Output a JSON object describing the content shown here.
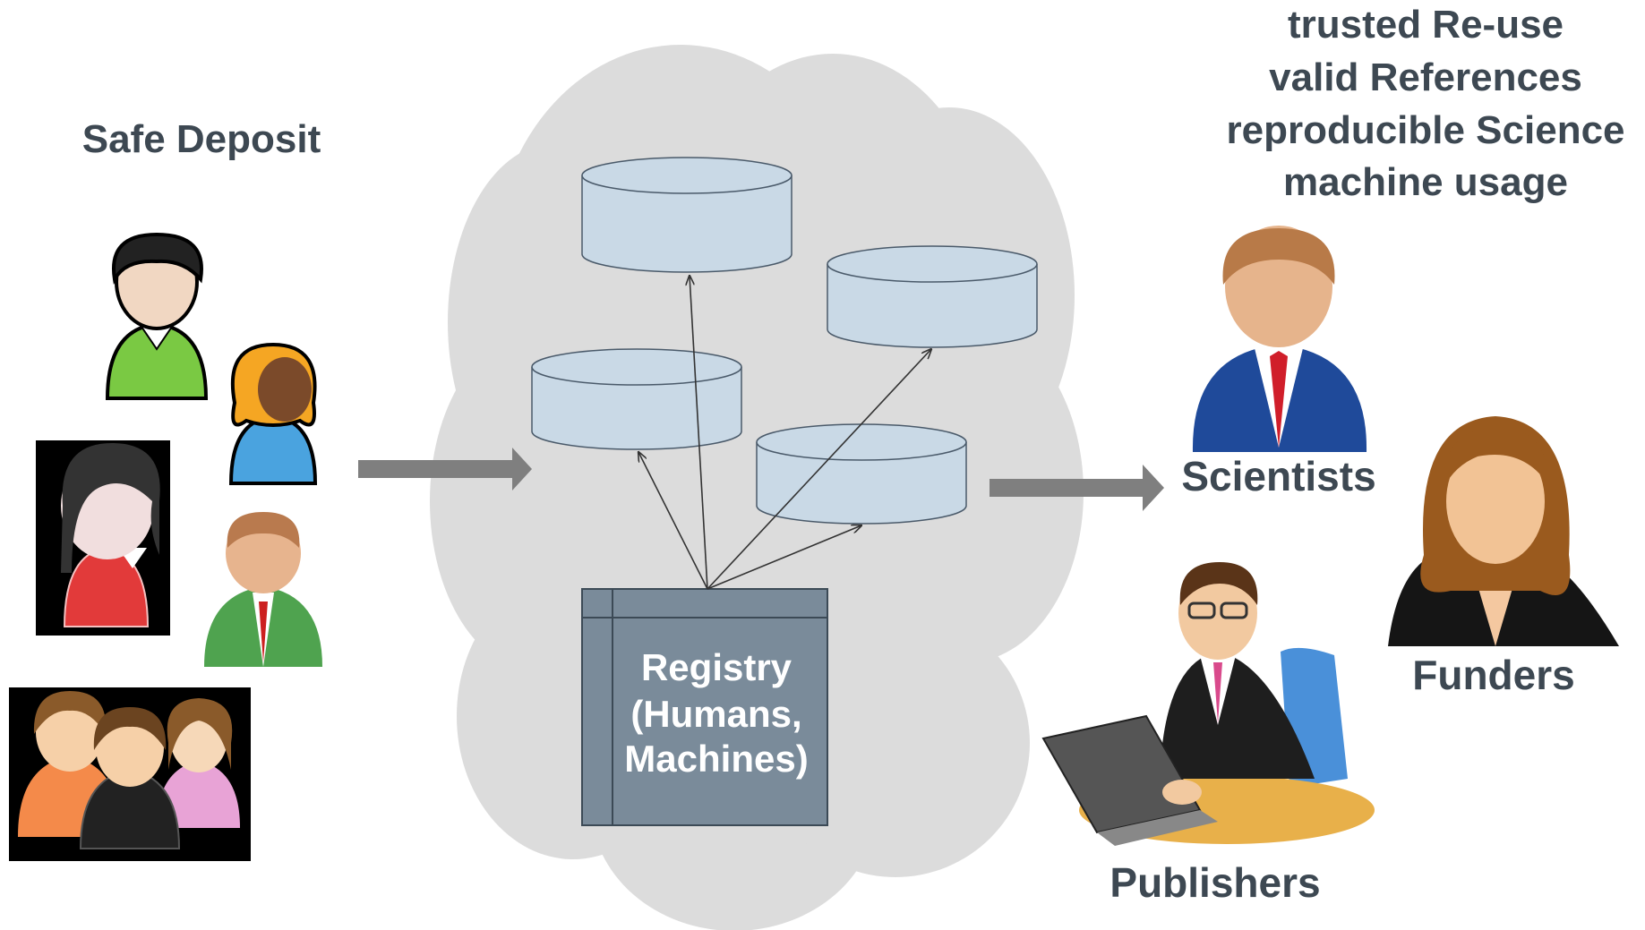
{
  "left_label": "Safe Deposit",
  "benefits": [
    "trusted Re-use",
    "valid References",
    "reproducible Science",
    "machine usage"
  ],
  "registry": {
    "line1": "Registry",
    "line2": "(Humans,",
    "line3": "Machines)"
  },
  "actors": {
    "scientists": "Scientists",
    "funders": "Funders",
    "publishers": "Publishers"
  },
  "colors": {
    "cloud": "#dcdcdc",
    "repository": "#c9d9e6",
    "registry": "#7a8b9a",
    "arrow": "#7f7f7f",
    "text": "#3d4852"
  },
  "icons": [
    "depositor-icon",
    "scientist-icon",
    "funder-icon",
    "publisher-icon",
    "group-icon",
    "repository-icon"
  ]
}
